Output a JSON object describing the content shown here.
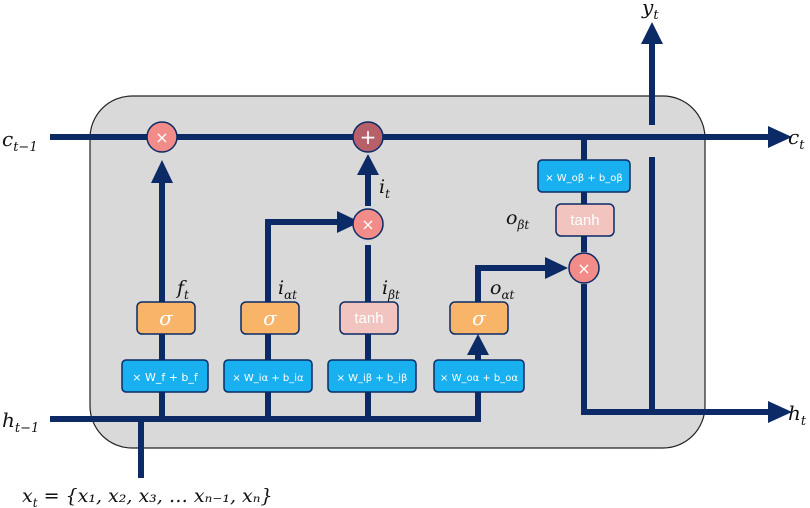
{
  "labels": {
    "c_prev": "c",
    "c_prev_sub": "t−1",
    "h_prev": "h",
    "h_prev_sub": "t−1",
    "c_out": "c",
    "c_out_sub": "t",
    "h_out": "h",
    "h_out_sub": "t",
    "y_out": "y",
    "y_out_sub": "t",
    "x_input": "x",
    "x_input_sub": "t",
    "x_input_set": " = {x₁, x₂, x₃, … xₙ₋₁, xₙ}",
    "f_t": "f",
    "f_t_sub": "t",
    "i_alpha": "i",
    "i_alpha_sub": "αt",
    "i_beta": "i",
    "i_beta_sub": "βt",
    "i_t": "i",
    "i_t_sub": "t",
    "o_alpha": "o",
    "o_alpha_sub": "αt",
    "o_beta": "o",
    "o_beta_sub": "βt"
  },
  "gates": {
    "sigma_symbol": "σ",
    "tanh_label": "tanh",
    "multiply_symbol": "×",
    "add_symbol": "+"
  },
  "weights": {
    "forget": "× W_f + b_f",
    "input_alpha": "× W_iα + b_iα",
    "input_beta": "× W_iβ + b_iβ",
    "output_alpha": "× W_oα + b_oα",
    "output_beta": "× W_oβ + b_oβ"
  },
  "colors": {
    "line": "#0b2a66",
    "cell_bg": "#d9d9d9",
    "sigma_box": "#f8b56a",
    "tanh_box": "#f2c4c0",
    "weight_box": "#18b0ee",
    "mult_node": "#f28c88",
    "add_node": "#b8606a"
  }
}
